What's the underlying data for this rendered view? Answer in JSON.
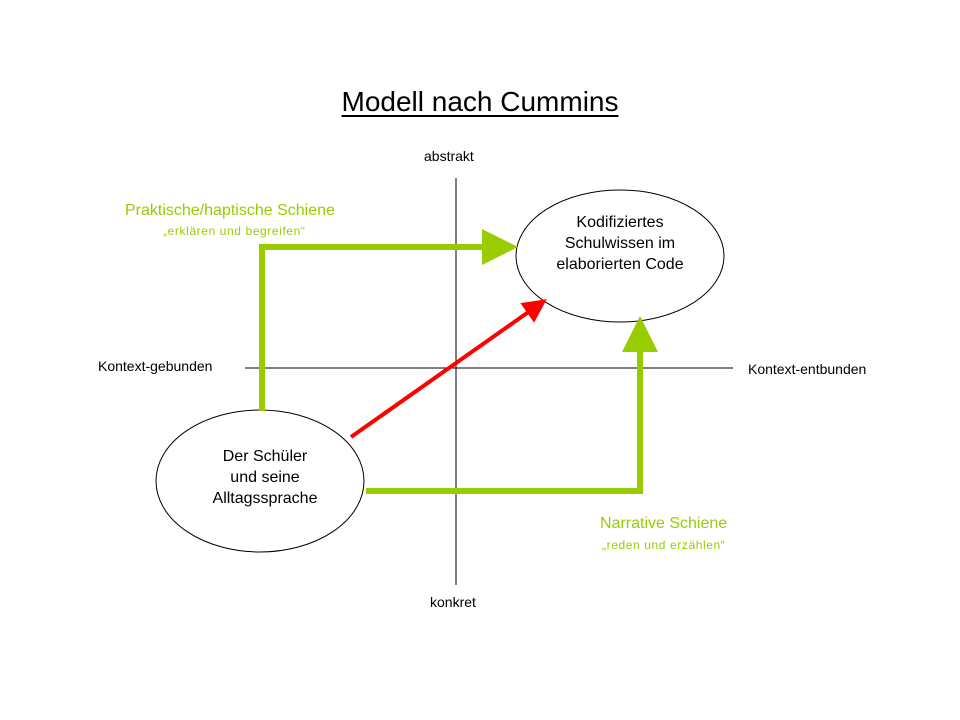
{
  "title": "Modell nach Cummins",
  "axes": {
    "top": "abstrakt",
    "bottom": "konkret",
    "left": "Kontext-gebunden",
    "right": "Kontext-entbunden"
  },
  "ellipses": {
    "target": {
      "lines": [
        "Kodifiziertes",
        "Schulwissen im",
        "elaborierten Code"
      ]
    },
    "source": {
      "lines": [
        "Der Schüler",
        "und seine",
        "Alltagssprache"
      ]
    }
  },
  "rails": {
    "practical": {
      "title": "Praktische/haptische Schiene",
      "subtitle": "„erklären und begreifen“"
    },
    "narrative": {
      "title": "Narrative Schiene",
      "subtitle": "„reden und erzählen“"
    }
  },
  "colors": {
    "green": "#99cc00",
    "red": "#ff0000",
    "black": "#000000"
  }
}
